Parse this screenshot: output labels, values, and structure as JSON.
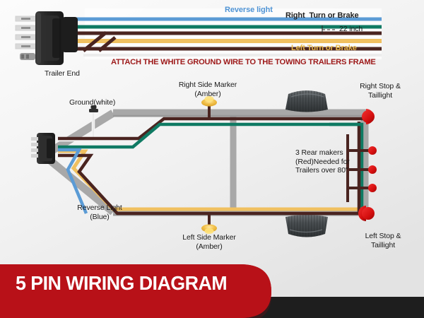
{
  "title_banner": {
    "text": "5 PIN WIRING DIAGRAM",
    "bg_color": "#b81118",
    "text_color": "#ffffff",
    "bar_color": "#1e1e1e"
  },
  "top_section": {
    "connector_label": "Trailer End",
    "warning_text": "ATTACH THE WHITE GROUND WIRE TO THE TOWING TRAILERS FRAME",
    "warning_color": "#9e1b1b",
    "wire_labels": [
      {
        "text": "Reverse light",
        "color": "#4f93d4",
        "name": "reverse-light"
      },
      {
        "text": "Right  Turn or Brake",
        "color": "#222222",
        "name": "right-turn-brake"
      },
      {
        "text": "Left Turn or Brake",
        "color": "#e8b84b",
        "name": "left-turn-brake"
      }
    ],
    "dimension_label": "22 inch"
  },
  "diagram_labels": {
    "ground": "Ground(white)",
    "right_side_marker": "Right Side Marker\n(Amber)",
    "left_side_marker": "Left Side Marker\n(Amber)",
    "right_stop_taillight": "Right Stop &\nTaillight",
    "left_stop_taillight": "Left Stop &\nTaillight",
    "reverse_light": "Reverse Light\n(Blue)",
    "rear_markers": "3 Rear makers\n(Red)Needed for\nTrailers over 80\""
  },
  "wire_colors": {
    "blue": "#5b9bd5",
    "teal": "#0f7a63",
    "brown": "#4a2420",
    "amber": "#f0c060",
    "white": "#f2f2f2",
    "frame_gray": "#a8a8a8",
    "frame_gray_dark": "#8d8d8d",
    "light_red": "#e01b1b",
    "marker_amber": "#f2c14a",
    "tire_dark": "#4a4f52"
  }
}
